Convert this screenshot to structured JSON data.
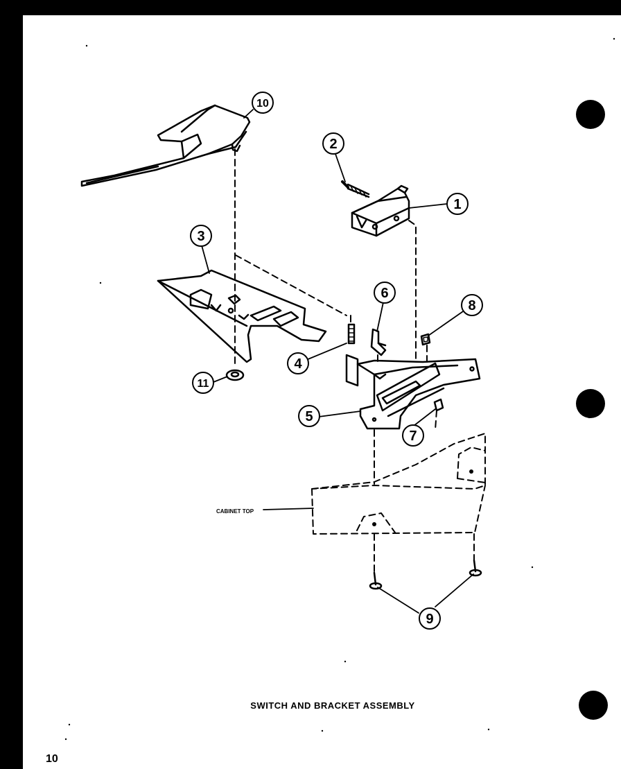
{
  "callouts": {
    "c1": "1",
    "c2": "2",
    "c3": "3",
    "c4": "4",
    "c5": "5",
    "c6": "6",
    "c7": "7",
    "c8": "8",
    "c9": "9",
    "c10": "10",
    "c11": "11"
  },
  "cabinet_top_label": "CABINET TOP",
  "caption": "SWITCH AND BRACKET ASSEMBLY",
  "page_number": "10"
}
